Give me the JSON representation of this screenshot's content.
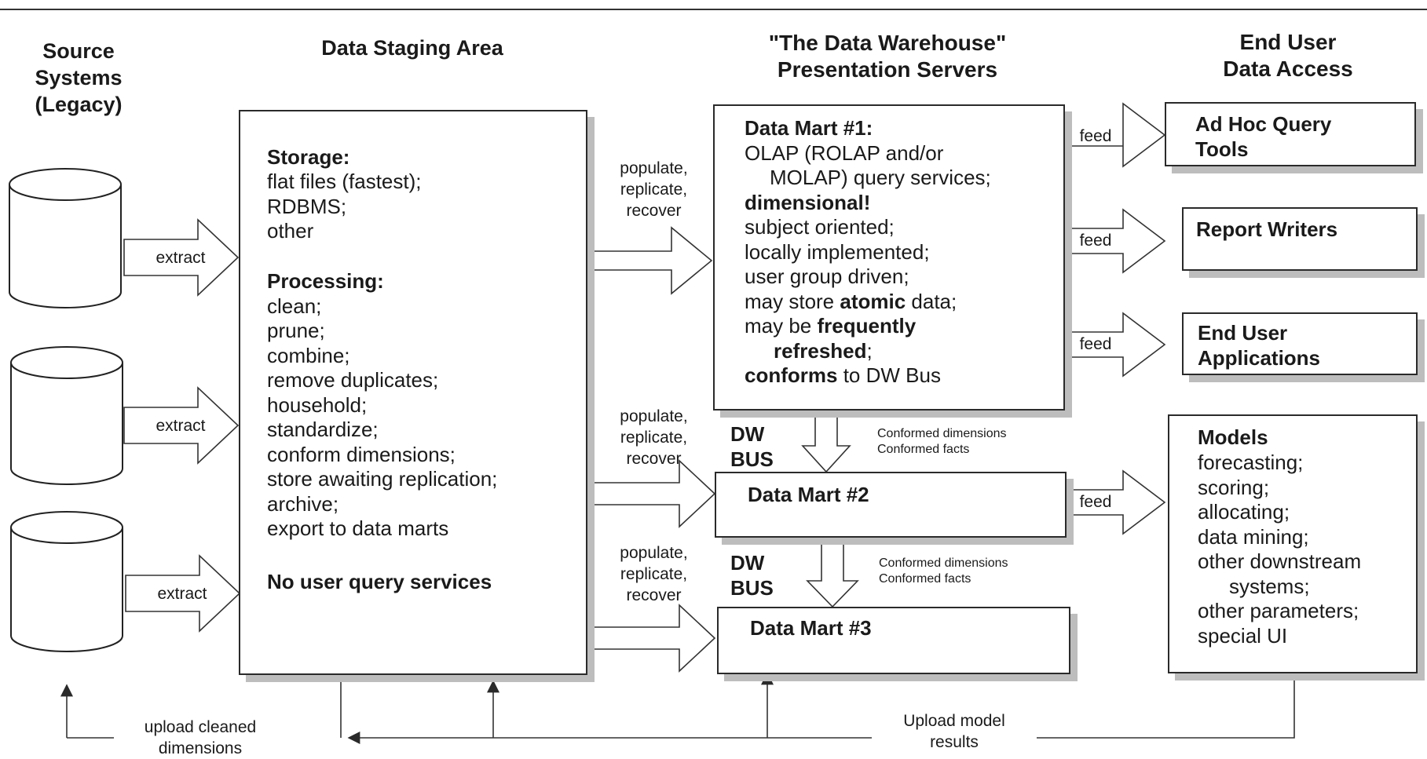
{
  "headers": {
    "source": [
      "Source",
      "Systems",
      "(Legacy)"
    ],
    "staging": "Data Staging Area",
    "warehouse": [
      "\"The Data Warehouse\"",
      "Presentation Servers"
    ],
    "end_user": [
      "End User",
      "Data Access"
    ]
  },
  "extract_label": "extract",
  "staging_box": {
    "storage_title": "Storage:",
    "storage_items": [
      "flat files (fastest);",
      "RDBMS;",
      "other"
    ],
    "processing_title": "Processing:",
    "processing_items": [
      "clean;",
      "prune;",
      "combine;",
      "remove duplicates;",
      "household;",
      "standardize;",
      "conform dimensions;",
      "store awaiting replication;",
      "archive;",
      "export to data marts"
    ],
    "no_query": "No user query services"
  },
  "populate_label": [
    "populate,",
    "replicate,",
    "recover"
  ],
  "mart1": {
    "title": "Data Mart #1:",
    "line1": "OLAP (ROLAP and/or",
    "line2": "MOLAP) query services;",
    "line3": "dimensional!",
    "line4": "subject oriented;",
    "line5": "locally implemented;",
    "line6": "user group driven;",
    "line7_pre": "may store ",
    "line7_bold": "atomic",
    "line7_post": " data;",
    "line8_pre": "may be ",
    "line8_bold": "frequently",
    "line9_bold": "refreshed",
    "line9_post": ";",
    "line10_bold": "conforms",
    "line10_post": " to DW Bus"
  },
  "mart2": {
    "title": "Data Mart #2"
  },
  "mart3": {
    "title": "Data Mart #3"
  },
  "dw_bus": [
    "DW",
    "BUS"
  ],
  "conformed": [
    "Conformed dimensions",
    "Conformed facts"
  ],
  "feed_label": "feed",
  "end_tools": {
    "adhoc": [
      "Ad Hoc Query",
      "Tools"
    ],
    "report": "Report Writers",
    "apps": [
      "End User",
      "Applications"
    ],
    "models_title": "Models",
    "models_items": [
      "forecasting;",
      "scoring;",
      "allocating;",
      "data mining;",
      "other downstream",
      "systems;",
      "other parameters;",
      "special UI"
    ]
  },
  "upload_cleaned": [
    "upload cleaned",
    "dimensions"
  ],
  "upload_model": [
    "Upload model",
    "results"
  ]
}
